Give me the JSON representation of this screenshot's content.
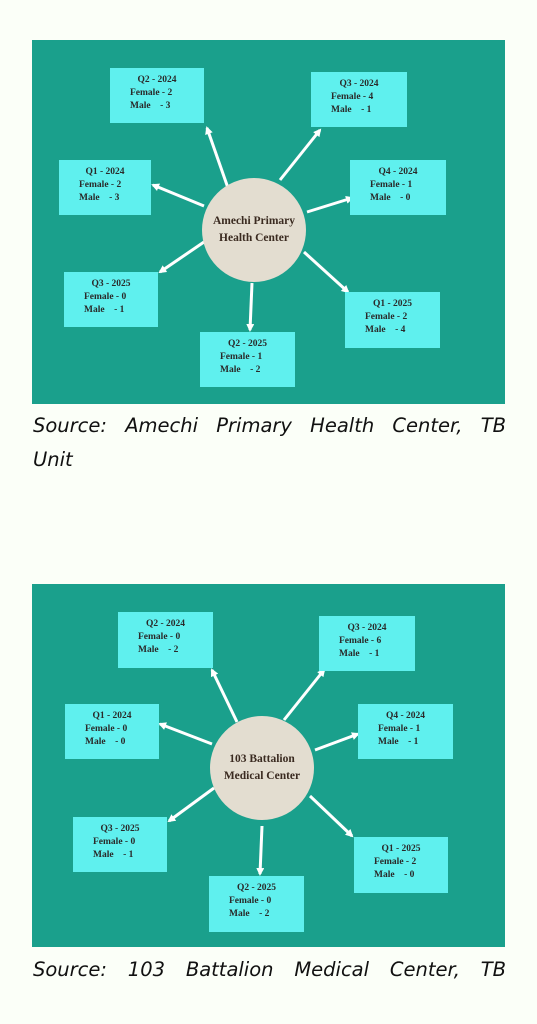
{
  "diagrams": [
    {
      "hub": [
        "Amechi Primary",
        "Health Center"
      ],
      "boxes": [
        {
          "q": "Q2 - 2024",
          "female": "Female - 2",
          "male": "Male    - 3"
        },
        {
          "q": "Q3 - 2024",
          "female": "Female - 4",
          "male": "Male    - 1"
        },
        {
          "q": "Q1 - 2024",
          "female": "Female - 2",
          "male": "Male    - 3"
        },
        {
          "q": "Q4 - 2024",
          "female": "Female - 1",
          "male": "Male    - 0"
        },
        {
          "q": "Q3 - 2025",
          "female": "Female - 0",
          "male": "Male    - 1"
        },
        {
          "q": "Q1 - 2025",
          "female": "Female - 2",
          "male": "Male    - 4"
        },
        {
          "q": "Q2 - 2025",
          "female": "Female - 1",
          "male": "Male    - 2"
        }
      ],
      "caption_line1": "Source: Amechi Primary Health Center, TB",
      "caption_line2": "Unit"
    },
    {
      "hub": [
        "103 Battalion",
        "Medical Center"
      ],
      "boxes": [
        {
          "q": "Q2 - 2024",
          "female": "Female - 0",
          "male": "Male    - 2"
        },
        {
          "q": "Q3 - 2024",
          "female": "Female - 6",
          "male": "Male    - 1"
        },
        {
          "q": "Q1 - 2024",
          "female": "Female - 0",
          "male": "Male    - 0"
        },
        {
          "q": "Q4 - 2024",
          "female": "Female - 1",
          "male": "Male    - 1"
        },
        {
          "q": "Q3 - 2025",
          "female": "Female - 0",
          "male": "Male    - 1"
        },
        {
          "q": "Q1 - 2025",
          "female": "Female - 2",
          "male": "Male    - 0"
        },
        {
          "q": "Q2 - 2025",
          "female": "Female - 0",
          "male": "Male    - 2"
        }
      ],
      "caption_line1": "Source: 103 Battalion Medical Center, TB"
    }
  ]
}
